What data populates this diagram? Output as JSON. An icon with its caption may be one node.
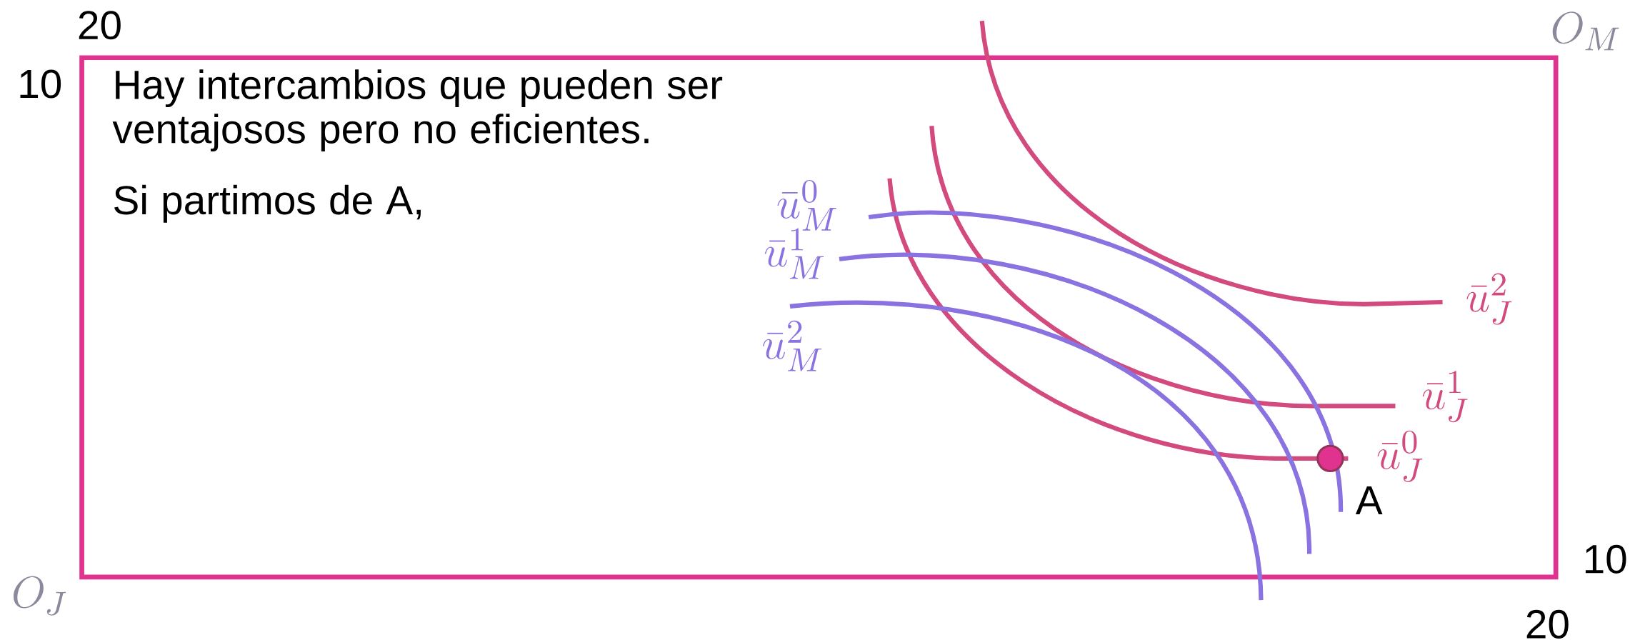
{
  "diagram": {
    "labels": [
      "20",
      "O_M",
      "10",
      "Hay intercambios que pueden ser ventajosos pero no eficientes.",
      "Si partimos de A,",
      "\\bar{u}_M^0",
      "\\bar{u}_M^1",
      "\\bar{u}_J^2",
      "\\bar{u}_M^2",
      "\\bar{u}_J^1",
      "\\bar{u}_J^0",
      "A",
      "10",
      "O_J",
      "20"
    ]
  }
}
